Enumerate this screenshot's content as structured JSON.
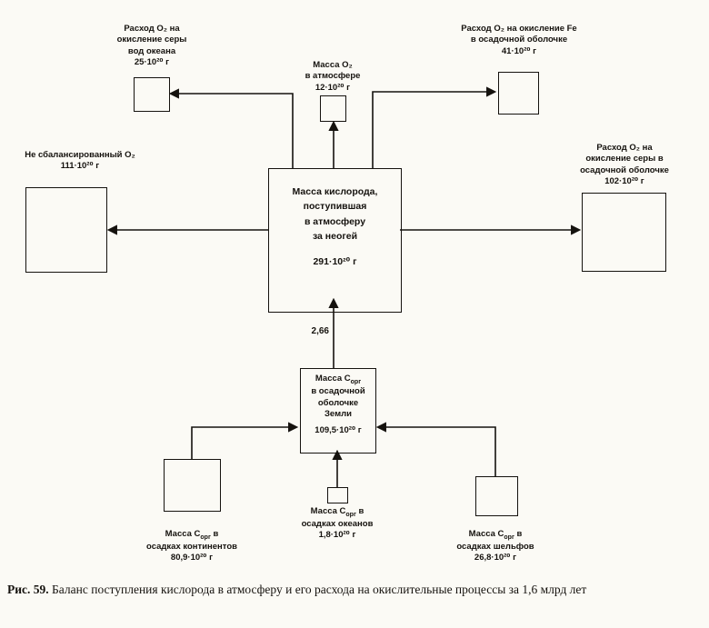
{
  "figure": {
    "caption_label": "Рис. 59.",
    "caption_text": "Баланс поступления кислорода в атмосферу и его расхода на окислительные процессы за 1,6 млрд лет"
  },
  "flow": {
    "ratio": "2,66"
  },
  "nodes": {
    "o2_sulfur_ocean": {
      "title_lines": [
        "Расход O₂ на",
        "окисление серы",
        "вод океана"
      ],
      "value": "25·10²⁰ г"
    },
    "o2_atmosphere": {
      "title_lines": [
        "Масса O₂",
        "в атмосфере"
      ],
      "value": "12·10²⁰ г"
    },
    "o2_iron_oxidation": {
      "title_lines": [
        "Расход O₂ на окисление Fe",
        "в осадочной оболочке"
      ],
      "value": "41·10²⁰ г"
    },
    "o2_unbalanced": {
      "title_lines": [
        "Не сбалансированный O₂"
      ],
      "value": "111·10²⁰ г"
    },
    "o2_sulfur_sediment": {
      "title_lines": [
        "Расход O₂ на",
        "окисление серы в",
        "осадочной оболочке"
      ],
      "value": "102·10²⁰ г"
    },
    "o2_total": {
      "title_lines": [
        "Масса кислорода,",
        "поступившая",
        "в атмосферу",
        "за неогей"
      ],
      "value": "291·10²⁰ г"
    },
    "corg_total": {
      "title_pre": "Масса С",
      "title_sub": "орг",
      "title_lines": [
        "в осадочной",
        "оболочке",
        "Земли"
      ],
      "value": "109,5·10²⁰ г"
    },
    "corg_continents": {
      "title_pre": "Масса С",
      "title_sub": "орг",
      "title_post": " в",
      "title_line2": "осадках континентов",
      "value": "80,9·10²⁰ г"
    },
    "corg_oceans": {
      "title_pre": "Масса С",
      "title_sub": "орг",
      "title_post": " в",
      "title_line2": "осадках океанов",
      "value": "1,8·10²⁰ г"
    },
    "corg_shelves": {
      "title_pre": "Масса С",
      "title_sub": "орг",
      "title_post": " в",
      "title_line2": "осадках шельфов",
      "value": "26,8·10²⁰ г"
    }
  }
}
